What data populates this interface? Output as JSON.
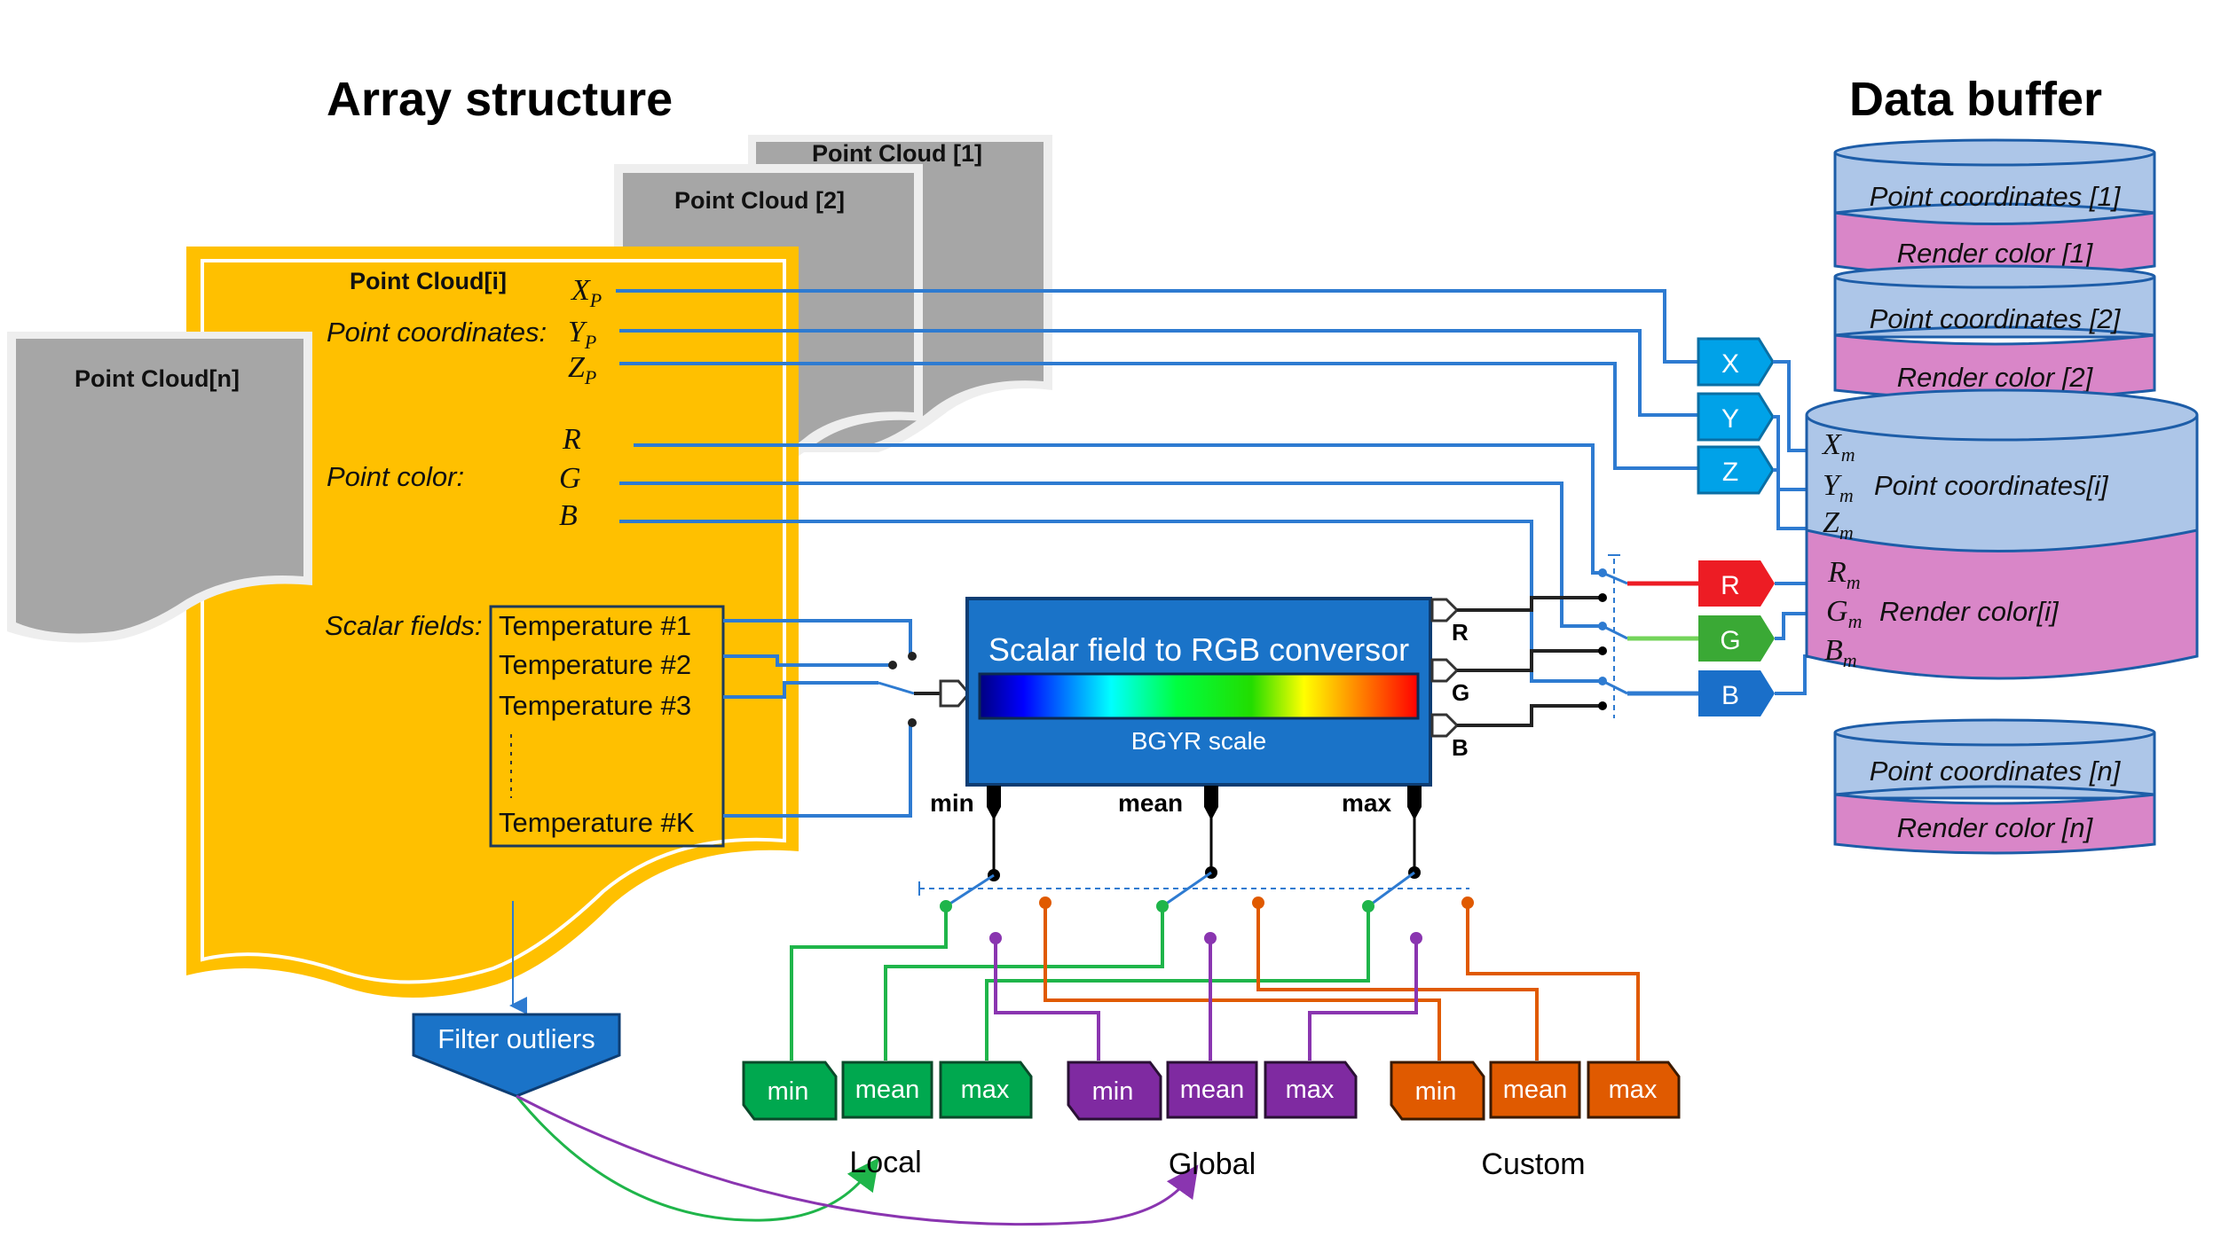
{
  "titles": {
    "array_structure": "Array structure",
    "data_buffer": "Data buffer"
  },
  "point_clouds": {
    "pc1": "Point Cloud [1]",
    "pc2": "Point Cloud [2]",
    "pci": "Point Cloud[i]",
    "pcn": "Point Cloud[n]"
  },
  "point_cloud_i": {
    "coords_label": "Point coordinates:",
    "coords": [
      "X",
      "Y",
      "Z"
    ],
    "coord_sub": "P",
    "color_label": "Point color:",
    "colors": [
      "R",
      "G",
      "B"
    ],
    "scalar_label": "Scalar fields:",
    "scalar_fields": [
      "Temperature #1",
      "Temperature #2",
      "Temperature #3",
      "Temperature #K"
    ]
  },
  "converter": {
    "title": "Scalar field to RGB conversor",
    "scale_label": "BGYR scale",
    "outputs": [
      "R",
      "G",
      "B"
    ],
    "inputs": [
      "min",
      "mean",
      "max"
    ],
    "gradient": [
      "#00008b",
      "#0000ff",
      "#00ffff",
      "#00ff00",
      "#22dd00",
      "#ffff00",
      "#ff8000",
      "#ff0000"
    ]
  },
  "channels": {
    "coord_tags": [
      "X",
      "Y",
      "Z"
    ],
    "color_tags": [
      "R",
      "G",
      "B"
    ],
    "colors": {
      "coord": "#00a2e8",
      "R": "#ed1c24",
      "G": "#3aa935",
      "B": "#1a6fc9"
    }
  },
  "data_buffer": {
    "buffer1": {
      "coords": "Point coordinates [1]",
      "color": "Render color [1]"
    },
    "buffer2": {
      "coords": "Point coordinates [2]",
      "color": "Render color [2]"
    },
    "bufferi": {
      "coords": "Point coordinates[i]",
      "color": "Render color[i]",
      "coord_vars": [
        "X",
        "Y",
        "Z"
      ],
      "color_vars": [
        "R",
        "G",
        "B"
      ],
      "sub": "m"
    },
    "buffern": {
      "coords": "Point coordinates [n]",
      "color": "Render color [n]"
    }
  },
  "filter": {
    "label": "Filter outliers"
  },
  "stat_groups": [
    {
      "name": "Local",
      "color": "#00a84f",
      "items": [
        "min",
        "mean",
        "max"
      ]
    },
    {
      "name": "Global",
      "color": "#7f2aa1",
      "items": [
        "min",
        "mean",
        "max"
      ]
    },
    {
      "name": "Custom",
      "color": "#e05a00",
      "items": [
        "min",
        "mean",
        "max"
      ]
    }
  ]
}
